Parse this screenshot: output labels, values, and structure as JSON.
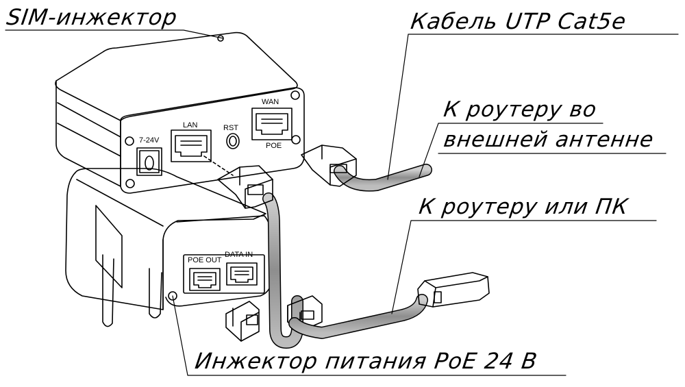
{
  "callouts": {
    "sim_injector": "SIM-инжектор",
    "utp_cable": "Кабель UTP Cat5e",
    "to_router_antenna_line1": "К роутеру во",
    "to_router_antenna_line2": "внешней антенне",
    "to_router_or_pc": "К роутеру или ПК",
    "poe_injector": "Инжектор питания PoE 24 В"
  },
  "ports": {
    "power": "7-24V",
    "lan": "LAN",
    "reset": "RST",
    "wan": "WAN",
    "poe": "POE",
    "poe_out": "POE OUT",
    "data_in": "DATA IN"
  }
}
